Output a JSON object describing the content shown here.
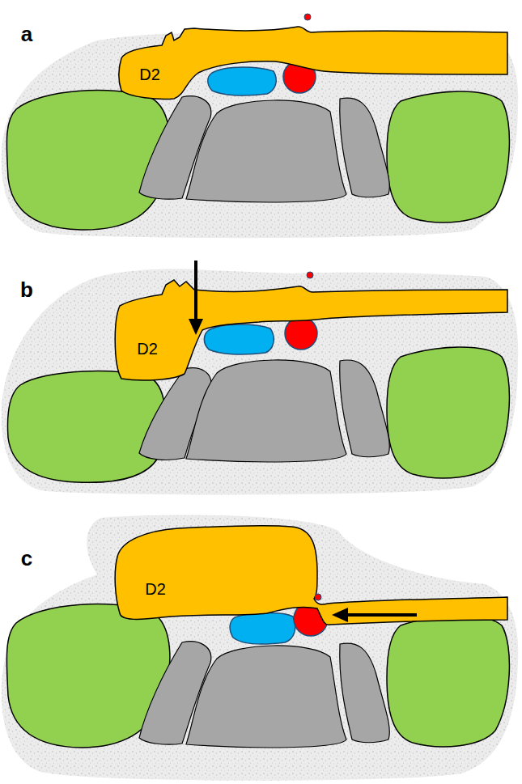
{
  "diagram": {
    "nodes": [
      {
        "text": [
          "D2"
        ]
      },
      {
        "text": [
          "D2"
        ]
      },
      {
        "text": [
          "D2"
        ]
      }
    ],
    "labels": [
      "a",
      "b",
      "c"
    ]
  }
}
